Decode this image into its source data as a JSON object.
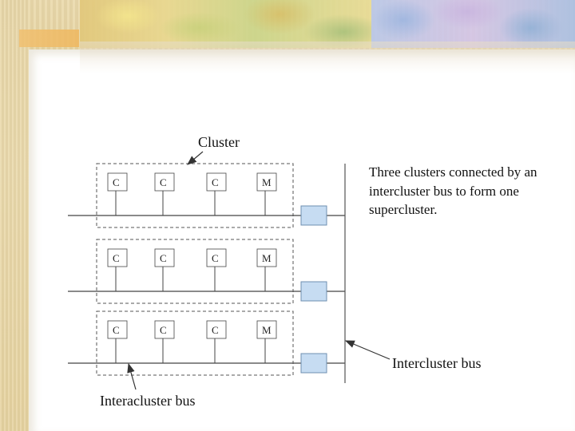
{
  "labels": {
    "cluster": "Cluster",
    "description": "Three clusters connected by an intercluster bus to form one supercluster.",
    "intercluster_bus": "Intercluster bus",
    "intracluster_bus": "Interacluster bus"
  },
  "clusters": [
    {
      "nodes": [
        "C",
        "C",
        "C",
        "M"
      ]
    },
    {
      "nodes": [
        "C",
        "C",
        "C",
        "M"
      ]
    },
    {
      "nodes": [
        "C",
        "C",
        "C",
        "M"
      ]
    }
  ],
  "colors": {
    "interface_box_fill": "#c6dcf2",
    "interface_box_stroke": "#6f8fb0",
    "line": "#444444",
    "dashed_border": "#555555"
  }
}
